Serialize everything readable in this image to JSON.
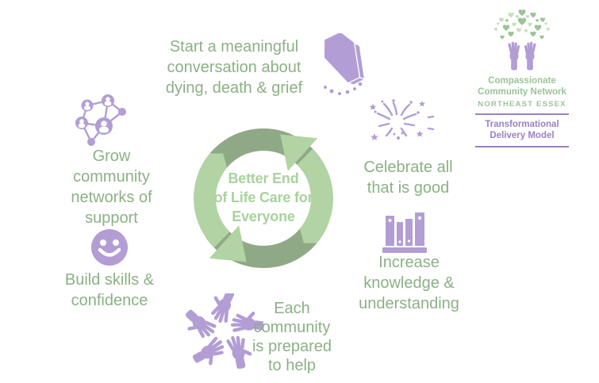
{
  "colors": {
    "green-text": "#8bb184",
    "green-center-text": "#a9d29c",
    "arc-dark": "#8fa986",
    "arc-light": "#b2d3a4",
    "purple-icon": "#b29dd4",
    "logo-green": "#9ac496",
    "logo-green-light": "#c6e0bd",
    "logo-purple": "#9b80c4"
  },
  "center": {
    "lines": [
      "Better End",
      "of Life Care for",
      "Everyone"
    ]
  },
  "items": {
    "conversation": {
      "icon": "coffin-icon",
      "lines": [
        "Start a meaningful",
        "conversation about",
        "dying, death & grief"
      ]
    },
    "celebrate": {
      "icon": "fireworks-icon",
      "lines": [
        "Celebrate all",
        "that is good"
      ]
    },
    "knowledge": {
      "icon": "books-icon",
      "lines": [
        "Increase",
        "knowledge &",
        "understanding"
      ]
    },
    "community": {
      "icon": "hands-star-icon",
      "lines": [
        "Each",
        "community",
        "is prepared",
        "to help"
      ]
    },
    "skills": {
      "icon": "smiley-icon",
      "lines": [
        "Build skills &",
        "confidence"
      ]
    },
    "networks": {
      "icon": "people-network-icon",
      "lines": [
        "Grow",
        "community",
        "networks of",
        "support"
      ]
    }
  },
  "logo": {
    "org_lines": [
      "Compassionate",
      "Community Network"
    ],
    "region": "NORTHEAST ESSEX",
    "model_lines": [
      "Transformational",
      "Delivery Model"
    ]
  }
}
